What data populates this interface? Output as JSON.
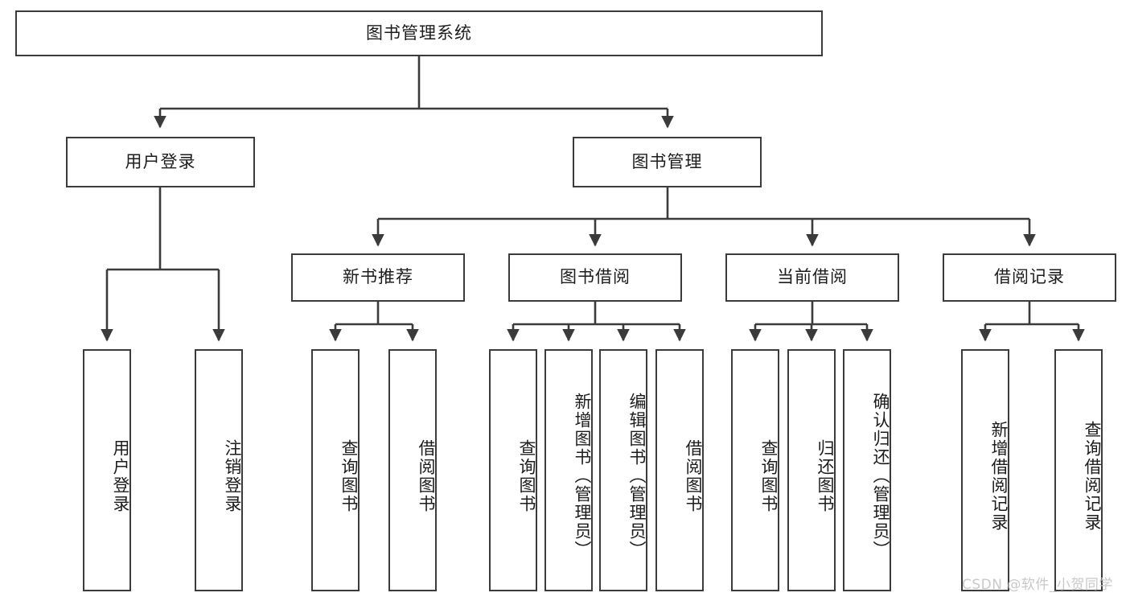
{
  "diagram": {
    "title": "图书管理系统",
    "type": "tree-hierarchy-diagram",
    "colors": {
      "box_border": "#3b3b3b",
      "box_fill": "#ffffff",
      "connector": "#3b3b3b",
      "text": "#1c1c1c",
      "watermark": "#c9c9c9"
    },
    "root": {
      "label": "图书管理系统"
    },
    "level2": [
      {
        "label": "用户登录"
      },
      {
        "label": "图书管理"
      }
    ],
    "level3": [
      {
        "label": "新书推荐"
      },
      {
        "label": "图书借阅"
      },
      {
        "label": "当前借阅"
      },
      {
        "label": "借阅记录"
      }
    ],
    "leaves": {
      "user_login": [
        {
          "label": "用户登录"
        },
        {
          "label": "注销登录"
        }
      ],
      "new_book_recommend": [
        {
          "label": "查询图书"
        },
        {
          "label": "借阅图书"
        }
      ],
      "book_borrow": [
        {
          "label": "查询图书"
        },
        {
          "label": "新增图书（管理员）"
        },
        {
          "label": "编辑图书（管理员）"
        },
        {
          "label": "借阅图书"
        }
      ],
      "current_borrow": [
        {
          "label": "查询图书"
        },
        {
          "label": "归还图书"
        },
        {
          "label": "确认归还（管理员）"
        }
      ],
      "borrow_record": [
        {
          "label": "新增借阅记录"
        },
        {
          "label": "查询借阅记录"
        }
      ]
    },
    "watermark": "CSDN @软件_小贺同学"
  }
}
